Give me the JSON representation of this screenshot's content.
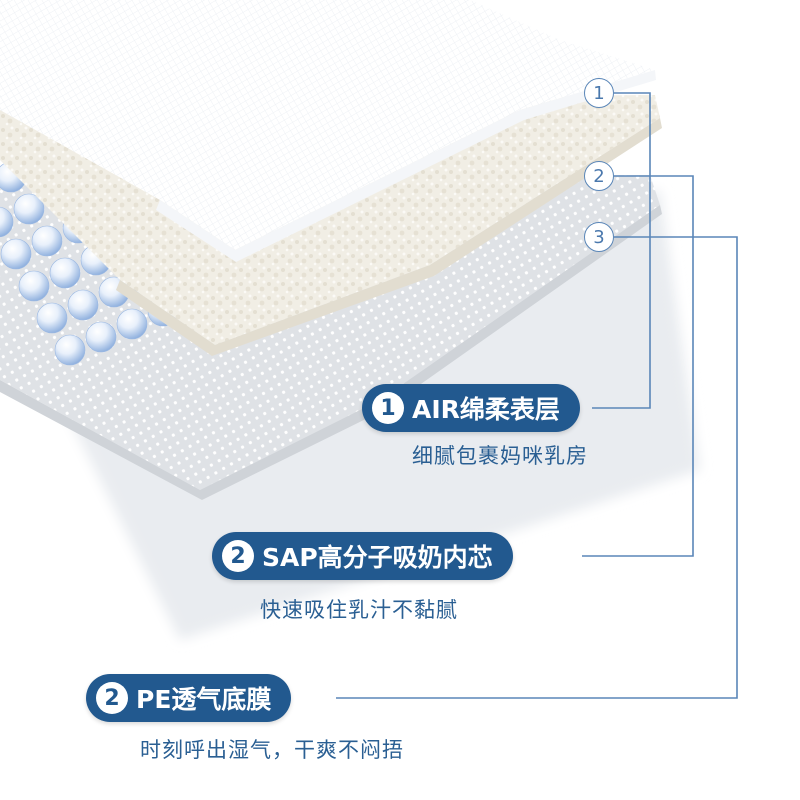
{
  "layers": [
    {
      "marker": "1",
      "badge": "1",
      "title": "AIR绵柔表层",
      "description": "细腻包裹妈咪乳房"
    },
    {
      "marker": "2",
      "badge": "2",
      "title": "SAP高分子吸奶内芯",
      "description": "快速吸住乳汁不黏腻"
    },
    {
      "marker": "3",
      "badge": "2",
      "title": "PE透气底膜",
      "description": "时刻呼出湿气，干爽不闷捂"
    }
  ],
  "colors": {
    "badge": "#22598f",
    "text": "#2a5f93",
    "line": "#5a86b8",
    "bead": "#aec8ec"
  }
}
